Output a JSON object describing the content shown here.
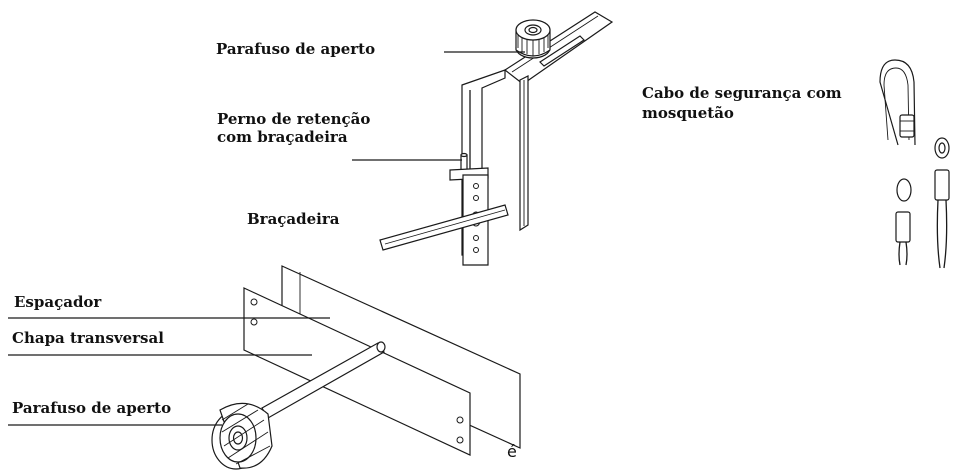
{
  "labels": {
    "clamp_screw_top": "Parafuso de aperto",
    "retaining_pin_line1": "Perno de retenção",
    "retaining_pin_line2": "com braçadeira",
    "clamp": "Braçadeira",
    "safety_cable_line1": "Cabo de segurança com",
    "safety_cable_line2": "mosquetão",
    "spacer": "Espaçador",
    "cross_plate": "Chapa transversal",
    "clamp_screw_bottom": "Parafuso de aperto"
  },
  "stray_char": "é"
}
